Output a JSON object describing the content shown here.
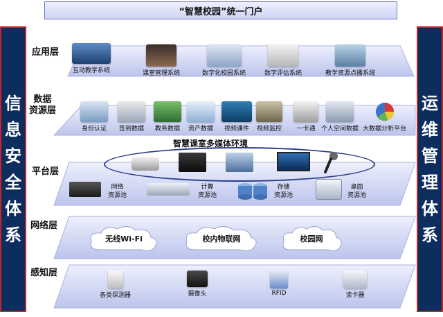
{
  "portal": {
    "title": "“智慧校园”统一门户"
  },
  "left_side": {
    "chars": [
      "信",
      "息",
      "安",
      "全",
      "体",
      "系"
    ]
  },
  "right_side": {
    "chars": [
      "运",
      "维",
      "管",
      "理",
      "体",
      "系"
    ]
  },
  "layers": {
    "application": {
      "label": "应用层",
      "items": [
        "互动教学系统",
        "课室管理系统",
        "数字化校园系统",
        "数字评估系统",
        "教学资源点播系统"
      ]
    },
    "data": {
      "label_line1": "数据",
      "label_line2": "资源层",
      "items": [
        "身份认证",
        "签到数据",
        "教务数据",
        "资产数据",
        "视频课件",
        "视频监控",
        "一卡通",
        "个人空间数据",
        "大数据分析平台"
      ]
    },
    "platform": {
      "label": "平台层",
      "media_title": "智慧课室多媒体环境",
      "pools": [
        {
          "l1": "网络",
          "l2": "资源池"
        },
        {
          "l1": "计算",
          "l2": "资源池"
        },
        {
          "l1": "存储",
          "l2": "资源池"
        },
        {
          "l1": "桌面",
          "l2": "资源池"
        }
      ]
    },
    "network": {
      "label": "网络层",
      "items": [
        "无线Wi-Fi",
        "校内物联网",
        "校园网"
      ]
    },
    "perception": {
      "label": "感知层",
      "items": [
        "各类探测器",
        "摄像头",
        "RFID",
        "读卡器"
      ]
    }
  },
  "colors": {
    "band_top": "#e9ecfb",
    "band_bottom": "#b9c1ea",
    "side_bg": "#0c2d5e",
    "side_border": "#c0282a",
    "ellipse": "#2b3f8a"
  }
}
